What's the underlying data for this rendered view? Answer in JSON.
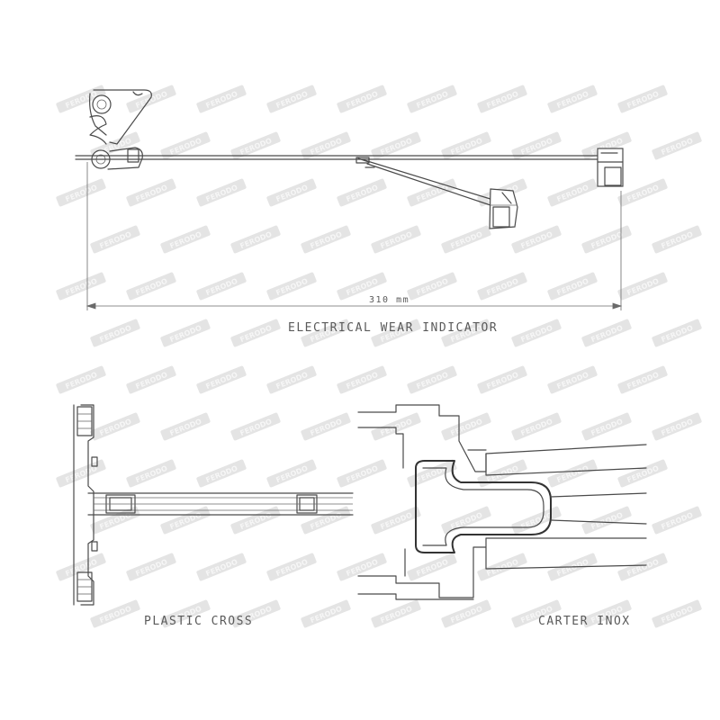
{
  "drawing": {
    "dimension_label": "310 mm",
    "title": "ELECTRICAL WEAR INDICATOR",
    "plastic_cross_label": "PLASTIC CROSS",
    "carter_inox_label": "CARTER INOX"
  },
  "watermark": {
    "text": "FERODO"
  },
  "colors": {
    "line": "#4a4a4a",
    "watermark": "#e4e4e4",
    "background": "#ffffff"
  }
}
